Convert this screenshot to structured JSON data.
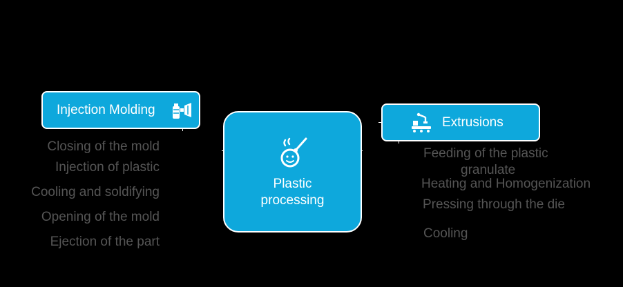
{
  "center": {
    "label_line1": "Plastic",
    "label_line2": "processing",
    "icon": "chef-stirring-icon"
  },
  "left_branch": {
    "title": "Injection Molding",
    "icon": "injection-molding-icon",
    "steps": [
      "Closing of the mold",
      "Injection of plastic",
      "Cooling and soldifying",
      "Opening of the mold",
      "Ejection of the part"
    ]
  },
  "right_branch": {
    "title": "Extrusions",
    "icon": "conveyor-robot-icon",
    "steps": [
      "Feeding of the plastic",
      "granulate",
      "Heating and Homogenization",
      "Pressing through the die",
      "Cooling"
    ]
  },
  "colors": {
    "box_fill": "#0ea8dc",
    "box_border": "#ffffff",
    "background": "#000000",
    "step_text": "#555555"
  }
}
